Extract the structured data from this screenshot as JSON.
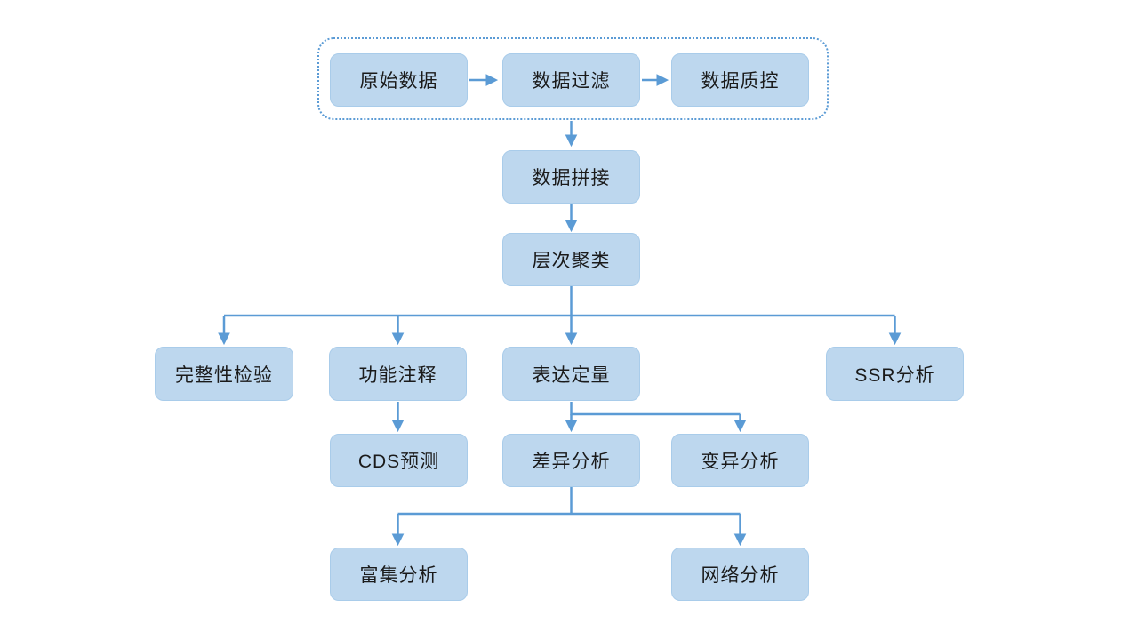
{
  "diagram": {
    "title": "transcriptome-analysis-pipeline-flowchart",
    "group": {
      "description": "dashed-rounded-container-around-top-row",
      "members": [
        "raw",
        "filter",
        "qc"
      ]
    },
    "nodes": {
      "raw": {
        "label": "原始数据"
      },
      "filter": {
        "label": "数据过滤"
      },
      "qc": {
        "label": "数据质控"
      },
      "assembly": {
        "label": "数据拼接"
      },
      "clustering": {
        "label": "层次聚类"
      },
      "completeness": {
        "label": "完整性检验"
      },
      "annotation": {
        "label": "功能注释"
      },
      "expression": {
        "label": "表达定量"
      },
      "ssr": {
        "label": "SSR分析"
      },
      "cds": {
        "label": "CDS预测"
      },
      "diff": {
        "label": "差异分析"
      },
      "variation": {
        "label": "变异分析"
      },
      "enrichment": {
        "label": "富集分析"
      },
      "network": {
        "label": "网络分析"
      }
    },
    "edges": [
      {
        "from": "raw",
        "to": "filter"
      },
      {
        "from": "filter",
        "to": "qc"
      },
      {
        "from": "group",
        "to": "assembly"
      },
      {
        "from": "assembly",
        "to": "clustering"
      },
      {
        "from": "clustering",
        "to": "completeness"
      },
      {
        "from": "clustering",
        "to": "annotation"
      },
      {
        "from": "clustering",
        "to": "expression"
      },
      {
        "from": "clustering",
        "to": "ssr"
      },
      {
        "from": "annotation",
        "to": "cds"
      },
      {
        "from": "expression",
        "to": "diff"
      },
      {
        "from": "expression",
        "to": "variation"
      },
      {
        "from": "diff",
        "to": "enrichment"
      },
      {
        "from": "diff",
        "to": "network"
      }
    ]
  },
  "colors": {
    "background": "#ffffff",
    "node_fill": "#BDD7EE",
    "node_border": "#A9CCEA",
    "connector": "#5B9BD5",
    "dashed_border": "#5B9BD5",
    "text": "#1a1a1a"
  }
}
